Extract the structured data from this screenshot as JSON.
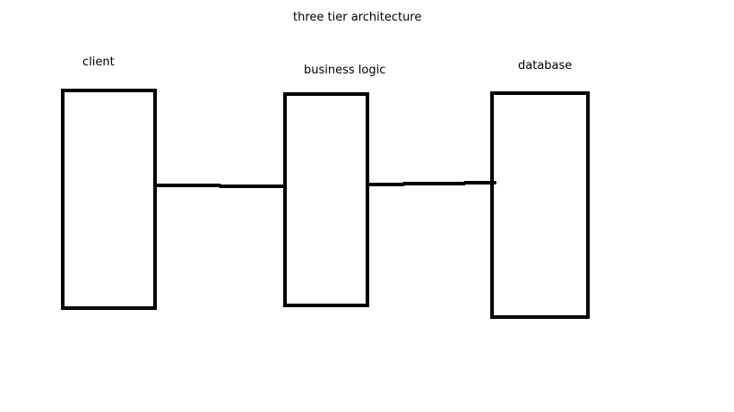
{
  "diagram": {
    "title": "three tier architecture",
    "tiers": [
      {
        "id": "client",
        "label": "client"
      },
      {
        "id": "business-logic",
        "label": "business logic"
      },
      {
        "id": "database",
        "label": "database"
      }
    ],
    "connections": [
      {
        "from": "client",
        "to": "business-logic"
      },
      {
        "from": "business-logic",
        "to": "database"
      }
    ],
    "colors": {
      "stroke": "#000000",
      "background": "#ffffff"
    }
  }
}
